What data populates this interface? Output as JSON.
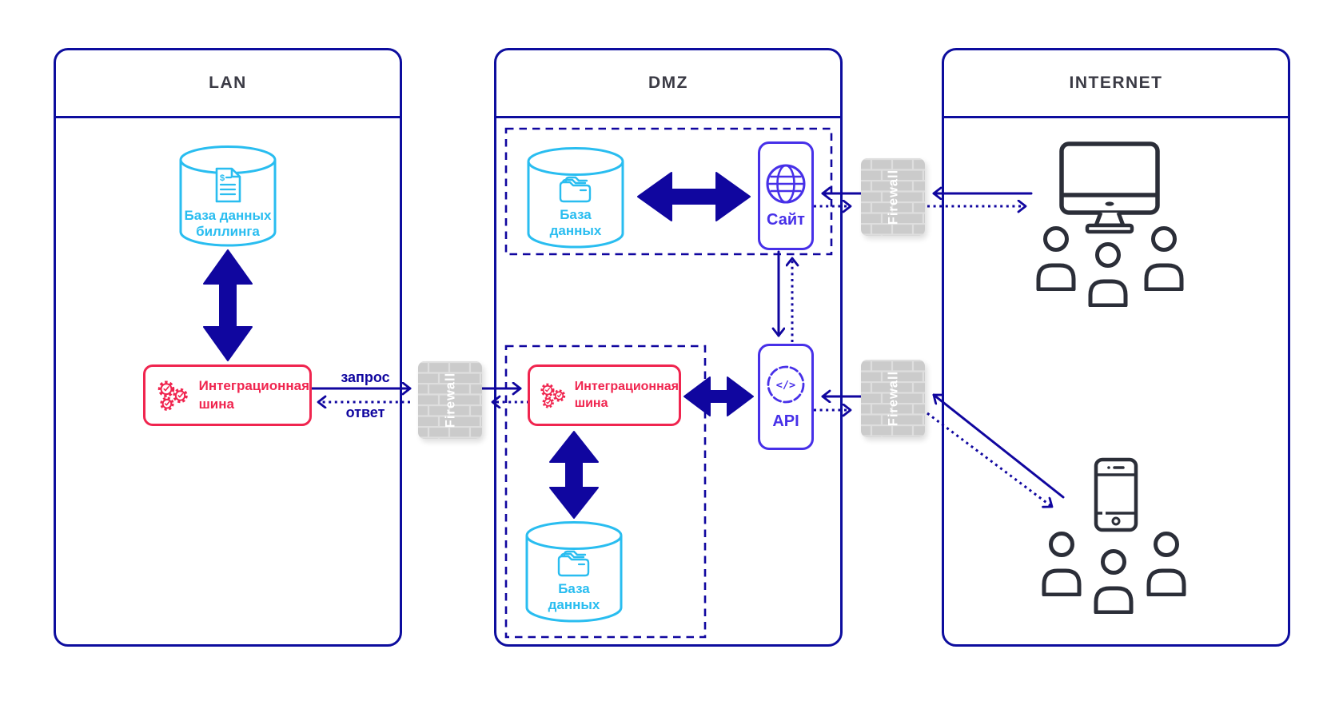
{
  "colors": {
    "navy": "#10069F",
    "border_navy": "#0D0D9E",
    "cyan": "#29BDF0",
    "red": "#F0254F",
    "purple": "#4730E8",
    "firewall_gray": "#CBCBCB",
    "icon_dark": "#2B2E38",
    "title_gray": "#3B3B45"
  },
  "zones": {
    "lan": {
      "title": "LAN"
    },
    "dmz": {
      "title": "DMZ"
    },
    "internet": {
      "title": "INTERNET"
    }
  },
  "firewall": {
    "label": "Firewall"
  },
  "lan": {
    "billing_db": {
      "lines": [
        "База данных",
        "биллинга"
      ]
    },
    "bus": {
      "lines": [
        "Интеграционная",
        "шина"
      ]
    }
  },
  "dmz": {
    "db_top": {
      "lines": [
        "База",
        "данных"
      ]
    },
    "site": {
      "label": "Сайт"
    },
    "bus": {
      "lines": [
        "Интеграционная",
        "шина"
      ]
    },
    "db_bottom": {
      "lines": [
        "База",
        "данных"
      ]
    },
    "api": {
      "label": "API"
    }
  },
  "flows": {
    "request": "запрос",
    "response": "ответ"
  }
}
